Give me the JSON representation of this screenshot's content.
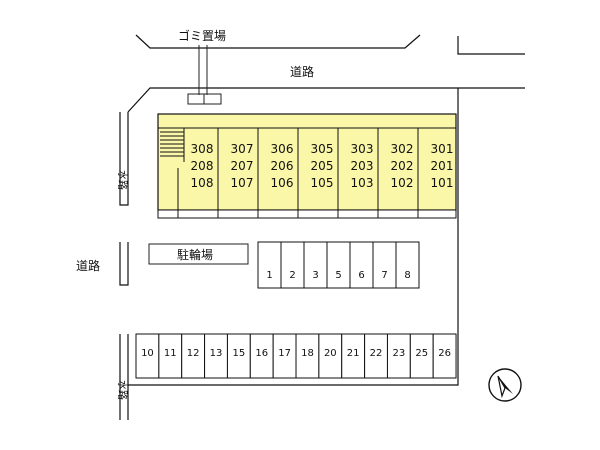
{
  "labels": {
    "road_top": "道路",
    "road_left": "道路",
    "garbage": "ゴミ置場",
    "bicycle": "駐輪場",
    "waterway_upper": "水路",
    "waterway_lower": "水路"
  },
  "building": {
    "fill_color": "#fbf7a8",
    "units": [
      {
        "rooms": [
          "308",
          "208",
          "108"
        ]
      },
      {
        "rooms": [
          "307",
          "207",
          "107"
        ]
      },
      {
        "rooms": [
          "306",
          "206",
          "106"
        ]
      },
      {
        "rooms": [
          "305",
          "205",
          "105"
        ]
      },
      {
        "rooms": [
          "303",
          "203",
          "103"
        ]
      },
      {
        "rooms": [
          "302",
          "202",
          "102"
        ]
      },
      {
        "rooms": [
          "301",
          "201",
          "101"
        ]
      }
    ]
  },
  "parking_upper": [
    "1",
    "2",
    "3",
    "5",
    "6",
    "7",
    "8"
  ],
  "parking_lower": [
    "10",
    "11",
    "12",
    "13",
    "15",
    "16",
    "17",
    "18",
    "20",
    "21",
    "22",
    "23",
    "25",
    "26"
  ],
  "compass": {
    "icon": "north-arrow-icon"
  }
}
